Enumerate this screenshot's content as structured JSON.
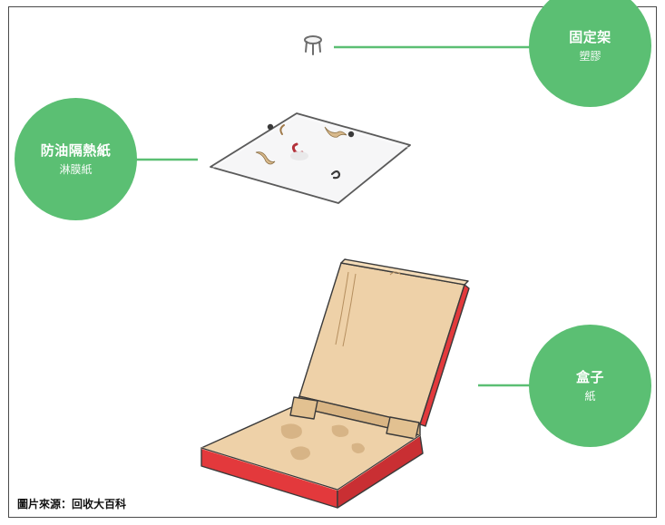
{
  "colors": {
    "badge_green": "#5bbf73",
    "connector_green": "#5bbf73",
    "box_red": "#e3393c",
    "box_cardboard": "#eed1a8",
    "frame": "#4a4a4a"
  },
  "parts": {
    "stand": {
      "title": "固定架",
      "material": "塑膠",
      "icon": "pizza-saver-icon"
    },
    "liner": {
      "title": "防油隔熱紙",
      "material": "淋膜紙",
      "icon": "greaseproof-paper-icon"
    },
    "box": {
      "title": "盒子",
      "material": "紙",
      "icon": "pizza-box-icon"
    }
  },
  "credit": "圖片來源：回收大百科"
}
